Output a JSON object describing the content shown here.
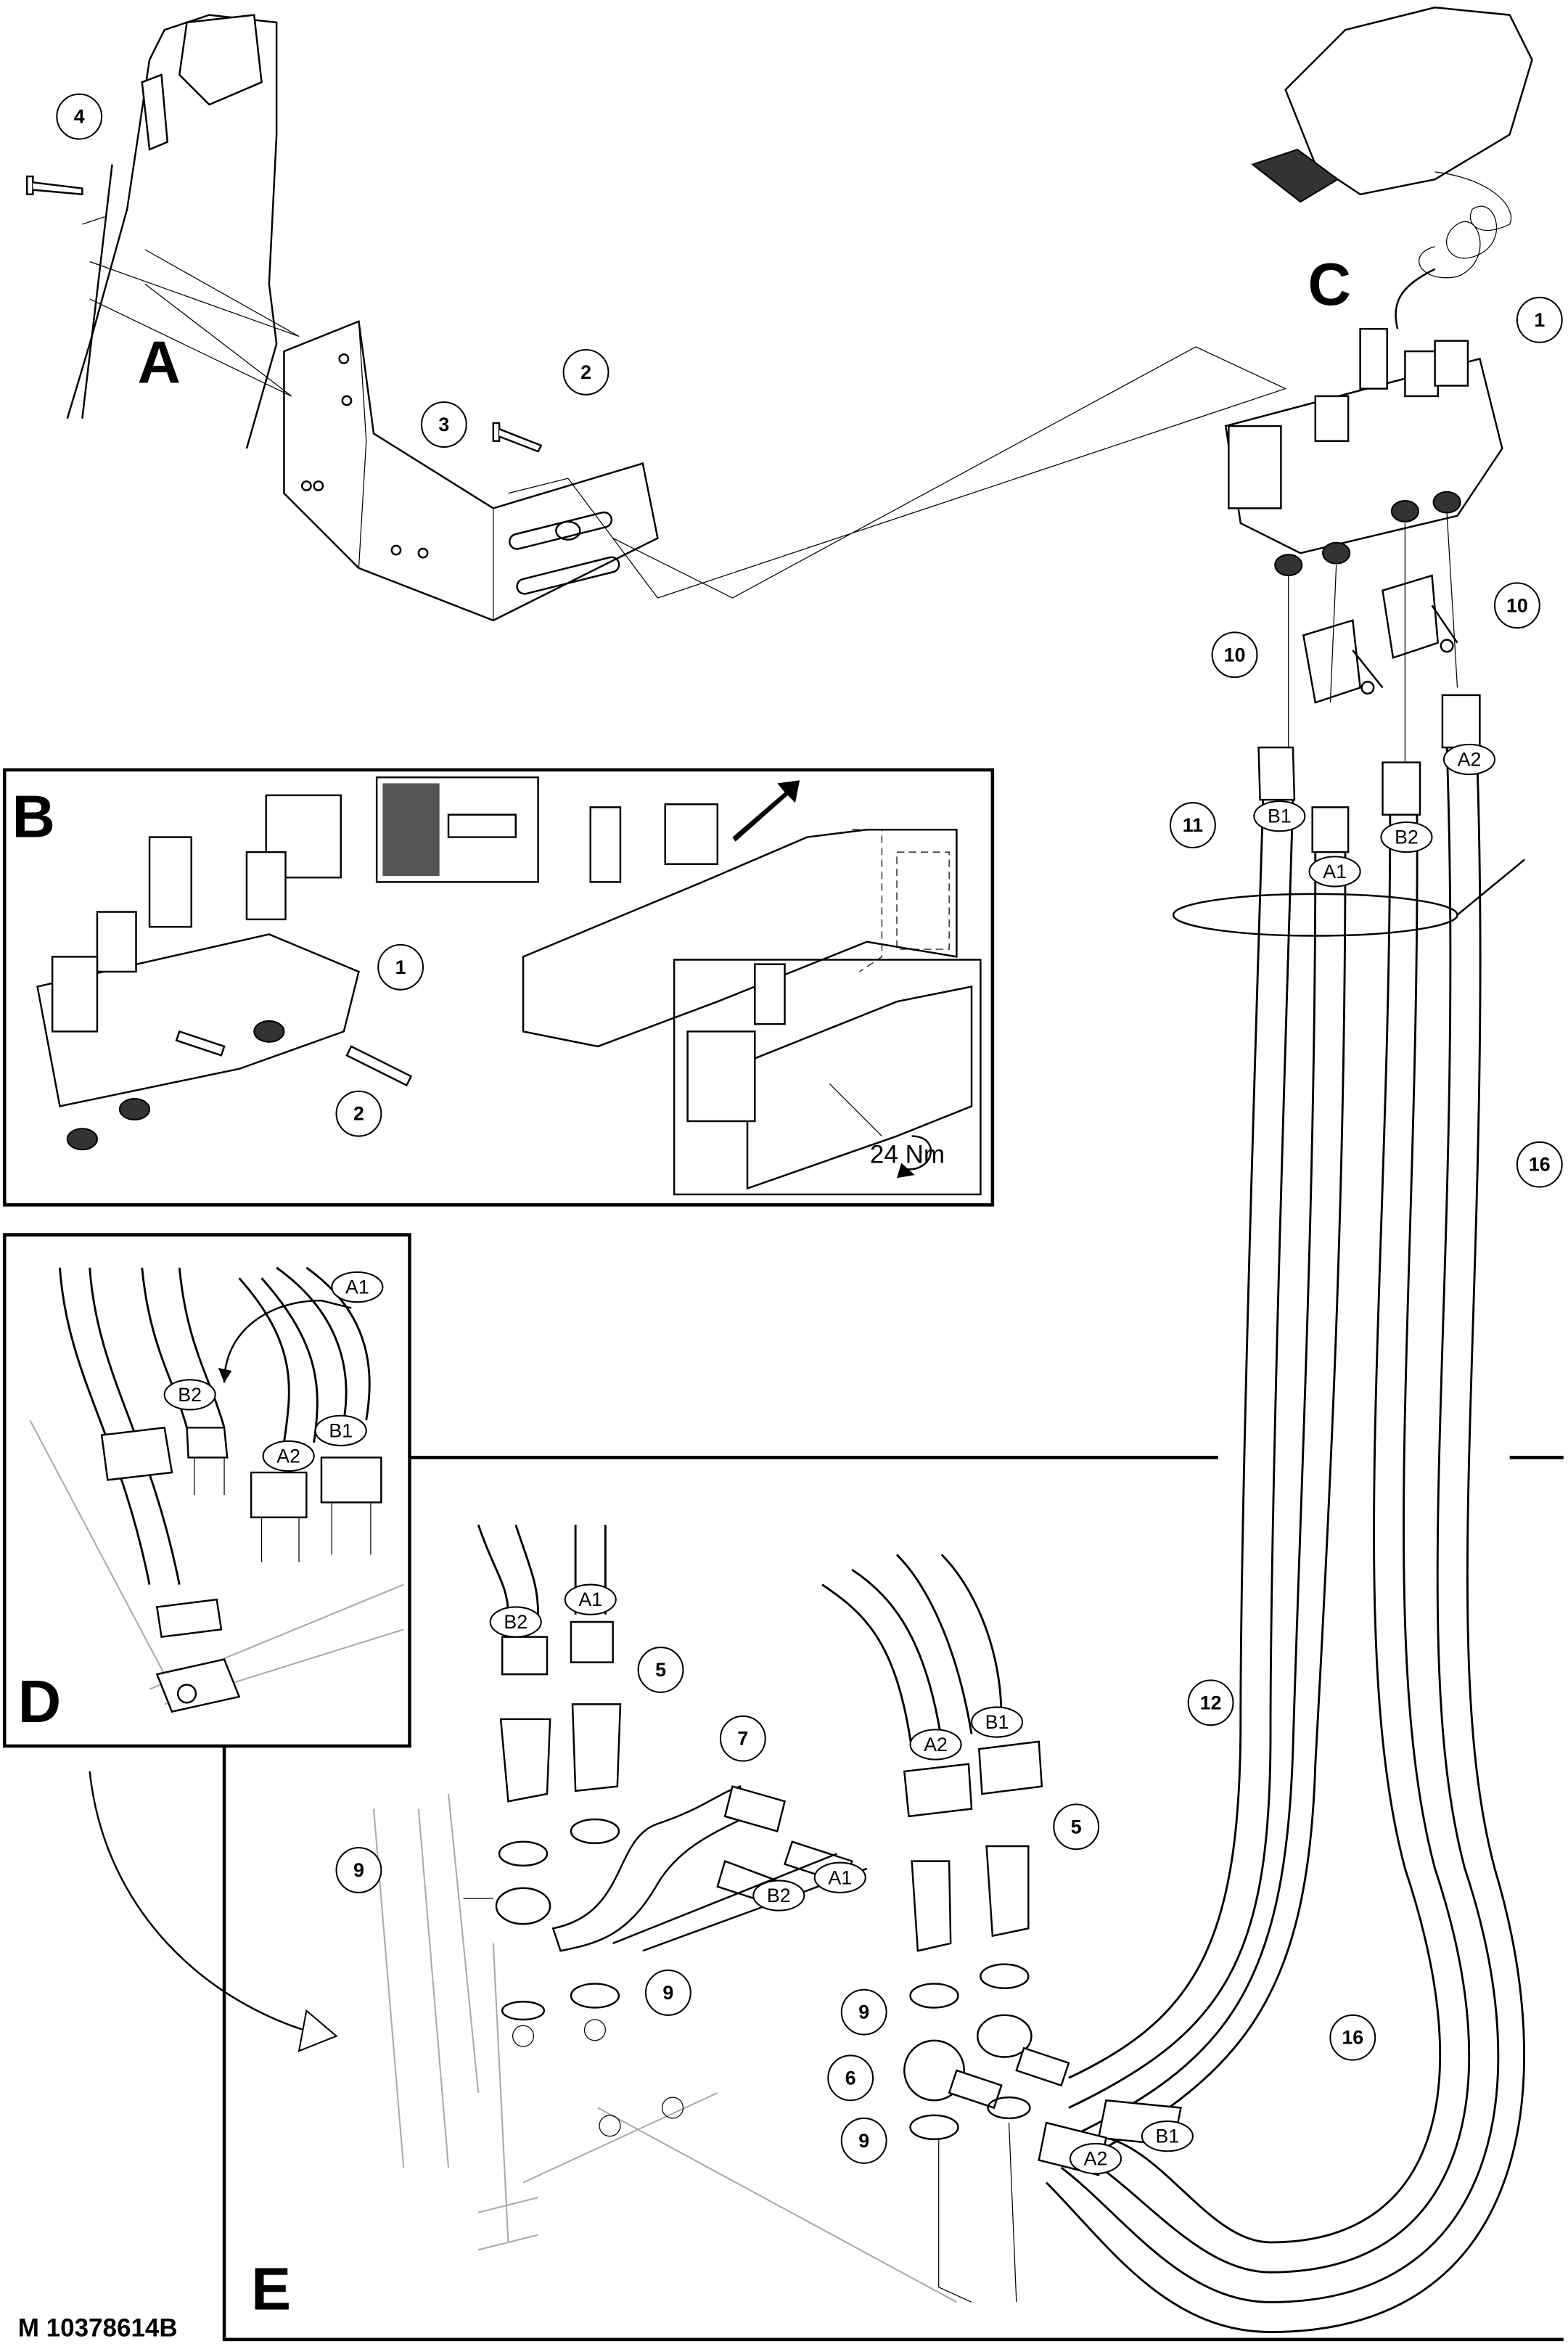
{
  "view_labels": {
    "a": "A",
    "b": "B",
    "c": "C",
    "d": "D",
    "e": "E"
  },
  "torque": "24 Nm",
  "drawing_number": "M 10378614B",
  "callouts": [
    "4",
    "2",
    "3",
    "1",
    "10",
    "10",
    "11",
    "B1",
    "A1",
    "B2",
    "A2",
    "16",
    "1",
    "2",
    "A1",
    "B2",
    "A2",
    "B1",
    "B2",
    "A1",
    "5",
    "7",
    "9",
    "9",
    "A2",
    "B1",
    "5",
    "A1",
    "B2",
    "9",
    "6",
    "9",
    "B1",
    "A2",
    "12",
    "16"
  ]
}
